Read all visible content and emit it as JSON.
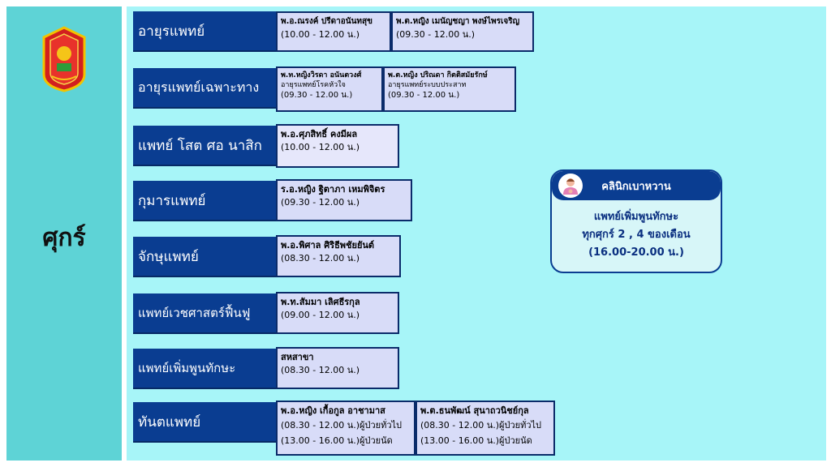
{
  "day": "ศุกร์",
  "departments": [
    {
      "name": "อายุรแพทย์"
    },
    {
      "name": "อายุรแพทย์เฉพาะทาง"
    },
    {
      "name": "แพทย์ โสต ศอ นาสิก"
    },
    {
      "name": "กุมารแพทย์"
    },
    {
      "name": "จักษุแพทย์"
    },
    {
      "name": "แพทย์เวชศาสตร์ฟื้นฟู"
    },
    {
      "name": "แพทย์เพิ่มพูนทักษะ"
    },
    {
      "name": "ทันตแพทย์"
    }
  ],
  "doctors": {
    "d1a": {
      "name": "พ.อ.ณรงค์ ปรีดาอนันทสุข",
      "time": "(10.00 - 12.00 น.)"
    },
    "d1b": {
      "name": "พ.ต.หญิง เมนัญชญา พงษ์ไพรเจริญ",
      "time": "(09.30 - 12.00 น.)"
    },
    "d2a": {
      "name": "พ.ท.หญิงวิรดา อนันตวงศ์",
      "sub": "อายุรแพทย์โรคหัวใจ",
      "time": "(09.30 - 12.00 น.)"
    },
    "d2b": {
      "name": "พ.ต.หญิง ปริณดา กิตติสมัยรักษ์",
      "sub": "อายุรแพทย์ระบบประสาท",
      "time": "(09.30 - 12.00 น.)"
    },
    "d3a": {
      "name": "พ.อ.ศุภสิทธิ์ คงมีผล",
      "time": "(10.00 - 12.00 น.)"
    },
    "d4a": {
      "name": "ร.อ.หญิง ฐิตาภา เหมพิจิตร",
      "time": "(09.30 - 12.00 น.)"
    },
    "d5a": {
      "name": "พ.อ.พิศาล  ศิริธีพชัยยันต์",
      "time": "(08.30 - 12.00 น.)"
    },
    "d6a": {
      "name": "พ.ท.สัมมา เลิศธีรกุล",
      "time": "(09.00 - 12.00 น.)"
    },
    "d7a": {
      "name": "สหสาขา",
      "time": "(08.30 - 12.00 น.)"
    },
    "d8a": {
      "name": "พ.อ.หญิง เกื้อกูล อาชามาส",
      "time1": "(08.30 - 12.00 น.)ผู้ป่วยทั่วไป",
      "time2": "(13.00 - 16.00 น.)ผู้ป่วยนัด"
    },
    "d8b": {
      "name": "พ.ต.ธนพัฒน์ สุนาถวนิชย์กุล",
      "time1": "(08.30 - 12.00 น.)ผู้ป่วยทั่วไป",
      "time2": "(13.00 - 16.00 น.)ผู้ป่วยนัด"
    }
  },
  "clinic": {
    "title": "คลินิกเบาหวาน",
    "line1": "แพทย์เพิ่มพูนทักษะ",
    "line2": "ทุกศุกร์ 2 , 4 ของเดือน",
    "line3": "(16.00-20.00 น.)"
  },
  "colors": {
    "header": "#0a3d91",
    "panel": "#a7f5f8",
    "sidebar": "#5ed3d6",
    "cell": "#d8dcf8"
  },
  "icons": {
    "emblem": "hospital-emblem-icon",
    "clinic": "diabetes-clinic-icon"
  }
}
